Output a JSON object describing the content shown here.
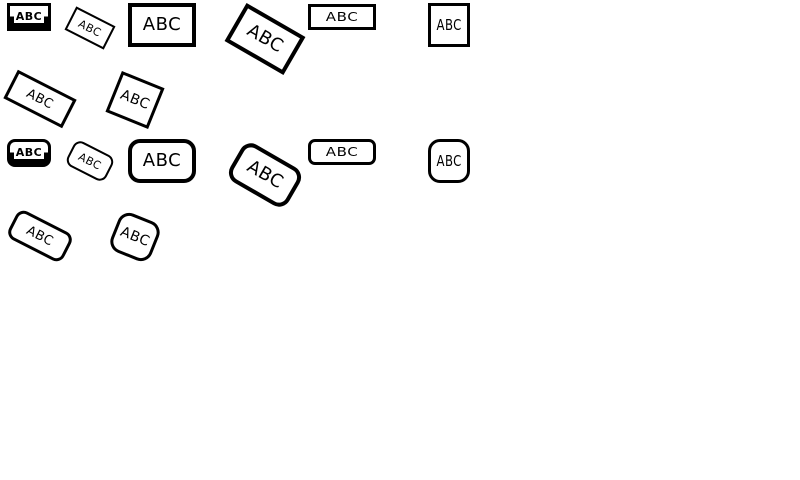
{
  "labels": [
    {
      "text": "ABC",
      "style": "square",
      "variant": "dark",
      "rotation_deg": 0
    },
    {
      "text": "ABC",
      "style": "square",
      "variant": "plain",
      "rotation_deg": 27
    },
    {
      "text": "ABC",
      "style": "square",
      "variant": "plain",
      "rotation_deg": 0
    },
    {
      "text": "ABC",
      "style": "square",
      "variant": "plain",
      "rotation_deg": 30
    },
    {
      "text": "ABC",
      "style": "square",
      "variant": "wide",
      "rotation_deg": 0
    },
    {
      "text": "ABC",
      "style": "square",
      "variant": "narrow",
      "rotation_deg": 0
    },
    {
      "text": "ABC",
      "style": "square",
      "variant": "plain",
      "rotation_deg": 27
    },
    {
      "text": "ABC",
      "style": "square",
      "variant": "plain",
      "rotation_deg": 22
    },
    {
      "text": "ABC",
      "style": "rounded",
      "variant": "dark",
      "rotation_deg": 0
    },
    {
      "text": "ABC",
      "style": "rounded",
      "variant": "plain",
      "rotation_deg": 27
    },
    {
      "text": "ABC",
      "style": "rounded",
      "variant": "plain",
      "rotation_deg": 0
    },
    {
      "text": "ABC",
      "style": "rounded",
      "variant": "plain",
      "rotation_deg": 30
    },
    {
      "text": "ABC",
      "style": "rounded",
      "variant": "wide",
      "rotation_deg": 0
    },
    {
      "text": "ABC",
      "style": "rounded",
      "variant": "narrow",
      "rotation_deg": 0
    },
    {
      "text": "ABC",
      "style": "rounded",
      "variant": "plain",
      "rotation_deg": 27
    },
    {
      "text": "ABC",
      "style": "rounded",
      "variant": "plain",
      "rotation_deg": 22
    }
  ],
  "colors": {
    "border": "#000000",
    "text": "#000000",
    "background": "#ffffff"
  }
}
